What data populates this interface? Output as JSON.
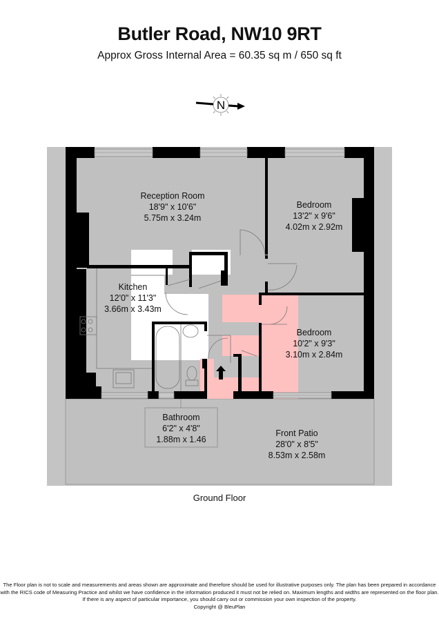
{
  "header": {
    "title": "Butler Road, NW10 9RT",
    "subtitle": "Approx Gross Internal Area = 60.35 sq m / 650 sq ft"
  },
  "compass": {
    "icon": "north-arrow-icon",
    "label": "N"
  },
  "colors": {
    "plot": "#c4c4c4",
    "wall": "#000000",
    "room": "#c0c0c0",
    "highlight_white": "#ffffff",
    "highlight_pink": "#ffc0c0"
  },
  "rooms": [
    {
      "name": "Reception Room",
      "imperial": "18'9\" x 10'6\"",
      "metric": "5.75m x 3.24m"
    },
    {
      "name": "Bedroom",
      "imperial": "13'2\" x 9'6\"",
      "metric": "4.02m x 2.92m"
    },
    {
      "name": "Kitchen",
      "imperial": "12'0\" x 11'3\"",
      "metric": "3.66m x 3.43m"
    },
    {
      "name": "Bedroom",
      "imperial": "10'2\" x 9'3\"",
      "metric": "3.10m x 2.84m"
    },
    {
      "name": "Bathroom",
      "imperial": "6'2\" x 4'8\"",
      "metric": "1.88m x 1.46"
    },
    {
      "name": "Front Patio",
      "imperial": "28'0\" x 8'5\"",
      "metric": "8.53m x 2.58m"
    }
  ],
  "floor_label": "Ground Floor",
  "disclaimer": {
    "line1": "The Floor plan is not to scale and measurements and areas shown are approximate and therefore should be used for illustrative purposes only. The plan has been prepared in accordance",
    "line2": "with the RICS code of Measuring Practice and whilst we have confidence in the information produced it must not be relied on. Maximum lengths and widths are represented on the floor plan.",
    "line3": "If there is any aspect of particular importance, you should carry out or commission your own inspection of the property.",
    "copyright": "Copyright @ BleuPlan"
  }
}
